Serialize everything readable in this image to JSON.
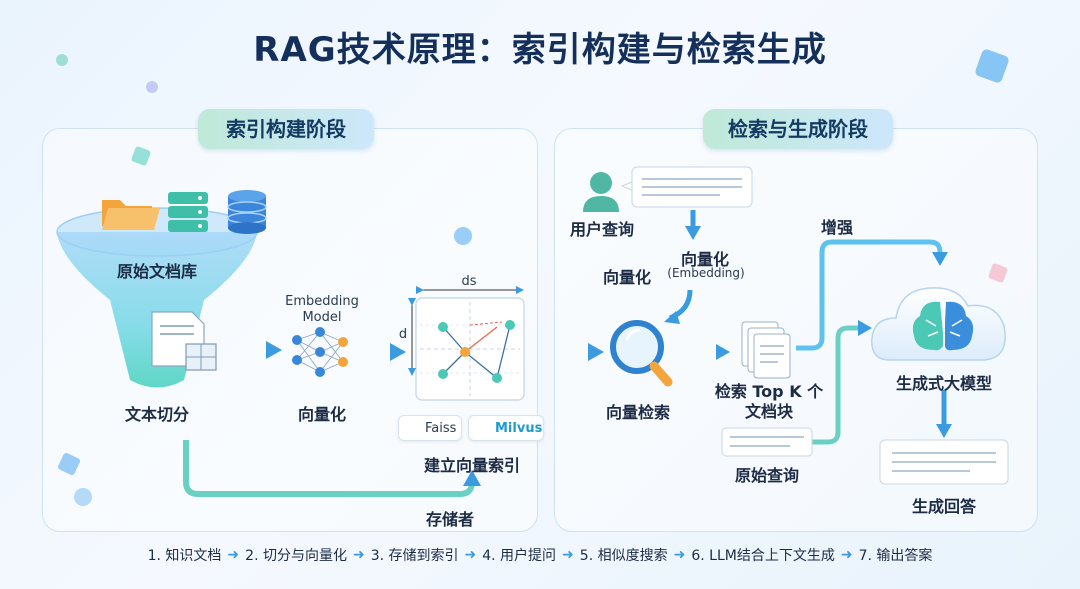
{
  "title": "RAG技术原理：索引构建与检索生成",
  "stages": {
    "indexing": "索引构建阶段",
    "retrieval": "检索与生成阶段"
  },
  "indexing": {
    "source_library": "原始文档库",
    "chunking": "文本切分",
    "embedding_model": [
      "Embedding",
      "Model"
    ],
    "vectorize": "向量化",
    "axis_ds": "ds",
    "axis_d": "d",
    "faiss": "Faiss",
    "milvus": "Milvus",
    "build_index": "建立向量索引",
    "store": "存储者"
  },
  "retrieval": {
    "user_query": "用户查询",
    "vectorize_left": "向量化",
    "vectorize_embedding": "向量化",
    "embedding_note": "(Embedding)",
    "vector_search": "向量检索",
    "topk": [
      "检索 Top K 个",
      "文档块"
    ],
    "augment": "增强",
    "llm": "生成式大模型",
    "original_query": "原始查询",
    "answer": "生成回答"
  },
  "steps": [
    "1. 知识文档",
    "2. 切分与向量化",
    "3. 存储到索引",
    "4. 用户提问",
    "5. 相似度搜索",
    "6. LLM结合上下文生成",
    "7. 输出答案"
  ],
  "colors": {
    "title": "#14305a",
    "accent_blue": "#3a9be0",
    "teal": "#3cc7b9",
    "funnel_top": "#9fd4f7",
    "funnel_bottom": "#5ddbc9"
  },
  "icons": [
    "folder-icon",
    "server-icon",
    "database-icon",
    "document-icon",
    "neural-network-icon",
    "vector-space-icon",
    "faiss-logo-icon",
    "milvus-logo-icon",
    "user-icon",
    "chat-bubble-icon",
    "magnifier-icon",
    "document-stack-icon",
    "brain-cloud-icon",
    "answer-card-icon",
    "query-card-icon"
  ]
}
